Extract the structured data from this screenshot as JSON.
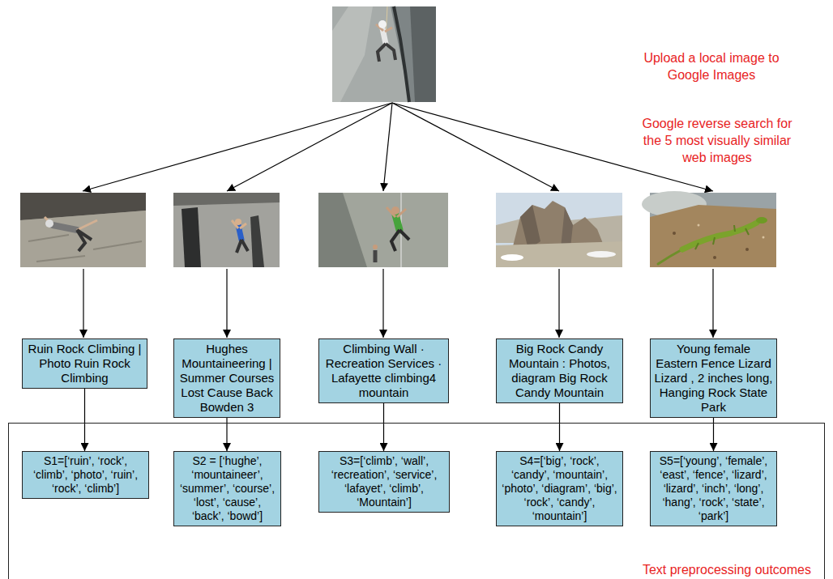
{
  "diagram": {
    "nodes": [
      {
        "text": [
          "Ruin Rock Climbing | Photo Ruin Rock Climbing"
        ]
      },
      {
        "text": [
          "Hughes Mountaineering | Summer Courses Lost Cause Back Bowden 3"
        ]
      },
      {
        "text": [
          "Climbing Wall · Recreation Services · Lafayette climbing4 mountain"
        ]
      },
      {
        "text": [
          "Big Rock Candy Mountain : Photos, diagram Big Rock Candy Mountain"
        ]
      },
      {
        "text": [
          "Young female Eastern Fence Lizard Lizard , 2 inches long, Hanging Rock State Park"
        ]
      },
      {
        "text": [
          "Text preprocessing outcomes"
        ]
      },
      {
        "text": [
          "S1=[‘ruin’, ‘rock’, ‘climb’, ‘photo’, ‘ruin’, ‘rock’, ‘climb’]"
        ],
        "in": 5
      },
      {
        "text": [
          "S2 = [‘hughe’, ‘mountaineer’, ‘summer’, ‘course’, ‘lost’, ‘cause’, ‘back’, ‘bowd’]"
        ],
        "in": 5
      },
      {
        "text": [
          "S3=[‘climb’, ‘wall’, ‘recreation’, ‘service’, ‘lafayet’, ‘climb’, ‘Mountain’]"
        ],
        "in": 5
      },
      {
        "text": [
          "S4=[‘big’, ‘rock’, ‘candy’, ‘mountain’, ‘photo’, ‘diagram’, ‘big’, ‘rock’, ‘candy’, ‘mountain’]"
        ],
        "in": 5
      },
      {
        "text": [
          "S5=[‘young’, ‘female’, ‘east’, ‘fence’, ‘lizard’, ‘lizard’, ‘inch’, ‘long’, ‘hang’, ‘rock’, ‘state’, ‘park’]"
        ],
        "in": 5
      }
    ],
    "edges": [
      {
        "from": 0,
        "to": 6,
        "arrow": "to"
      },
      {
        "from": 1,
        "to": 7,
        "arrow": "to"
      },
      {
        "from": 2,
        "to": 8,
        "arrow": "to"
      },
      {
        "from": 3,
        "to": 9,
        "arrow": "to"
      },
      {
        "from": 4,
        "to": 10,
        "arrow": "to"
      }
    ],
    "labels": [
      "Upload a local image to Google Images",
      "Google reverse search for the 5 most visually similar web images"
    ]
  }
}
